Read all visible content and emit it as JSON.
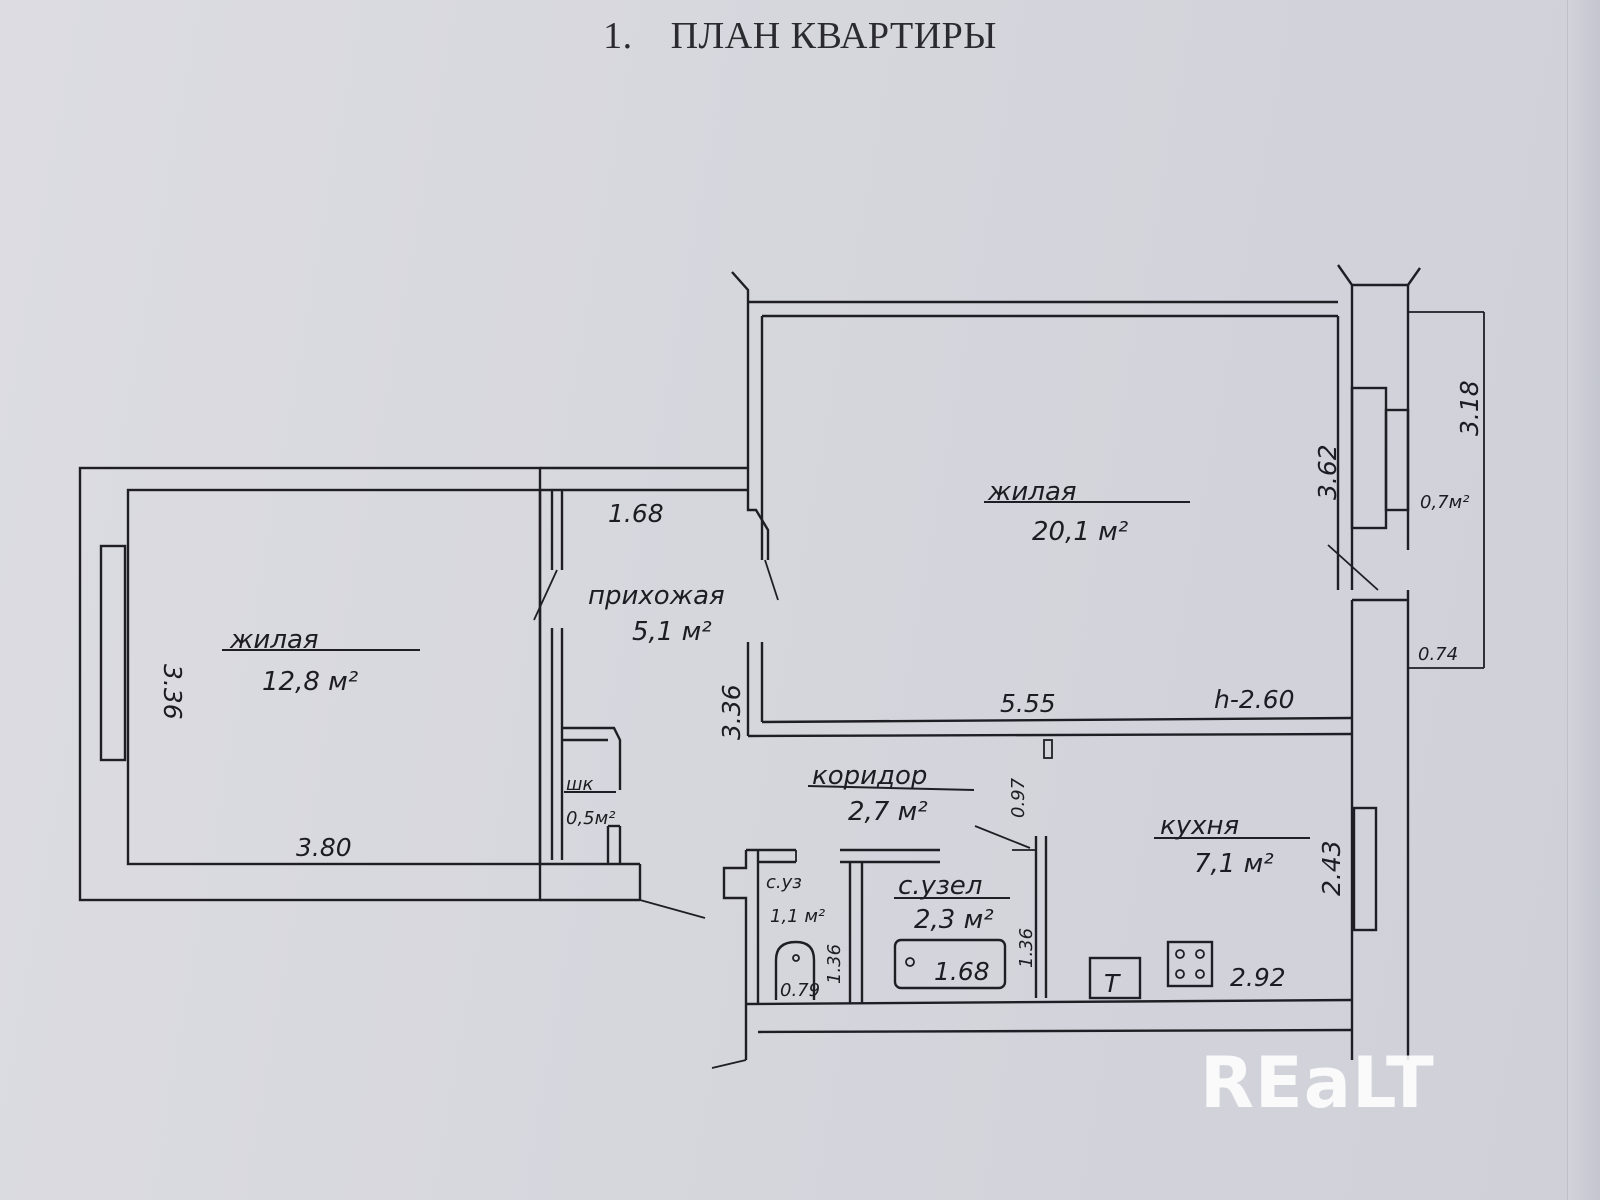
{
  "document": {
    "number": "1.",
    "title": "ПЛАН КВАРТИРЫ"
  },
  "rooms": {
    "living_left": {
      "name": "жилая",
      "area": "12,8 м²"
    },
    "living_big": {
      "name": "жилая",
      "area": "20,1 м²"
    },
    "hall": {
      "name": "прихожая",
      "area": "5,1 м²"
    },
    "corridor": {
      "name": "коридор",
      "area": "2,7 м²"
    },
    "kitchen": {
      "name": "кухня",
      "area": "7,1 м²"
    },
    "wc": {
      "name": "с.уз",
      "area": "1,1 м²"
    },
    "bath": {
      "name": "с.узел",
      "area": "2,3 м²"
    },
    "closet": {
      "name": "шк",
      "area": "0,5м²"
    },
    "balcony": {
      "area": "0,7м²"
    }
  },
  "dimensions": {
    "left_height": "3.36",
    "left_width": "3.80",
    "hall_width": "1.68",
    "hall_height": "3.36",
    "big_width": "5.55",
    "ceiling": "h-2.60",
    "big_height": "3.62",
    "balcony_length": "3.18",
    "balcony_width": "0.74",
    "corridor_width": "0.97",
    "kitchen_height": "2.43",
    "kitchen_width": "2.92",
    "wc_height": "1.36",
    "wc_width": "0.79",
    "bath_height": "1.36",
    "bath_width": "1.68"
  },
  "fixtures": {
    "fridge_mark": "T"
  },
  "watermark": "REaLT"
}
